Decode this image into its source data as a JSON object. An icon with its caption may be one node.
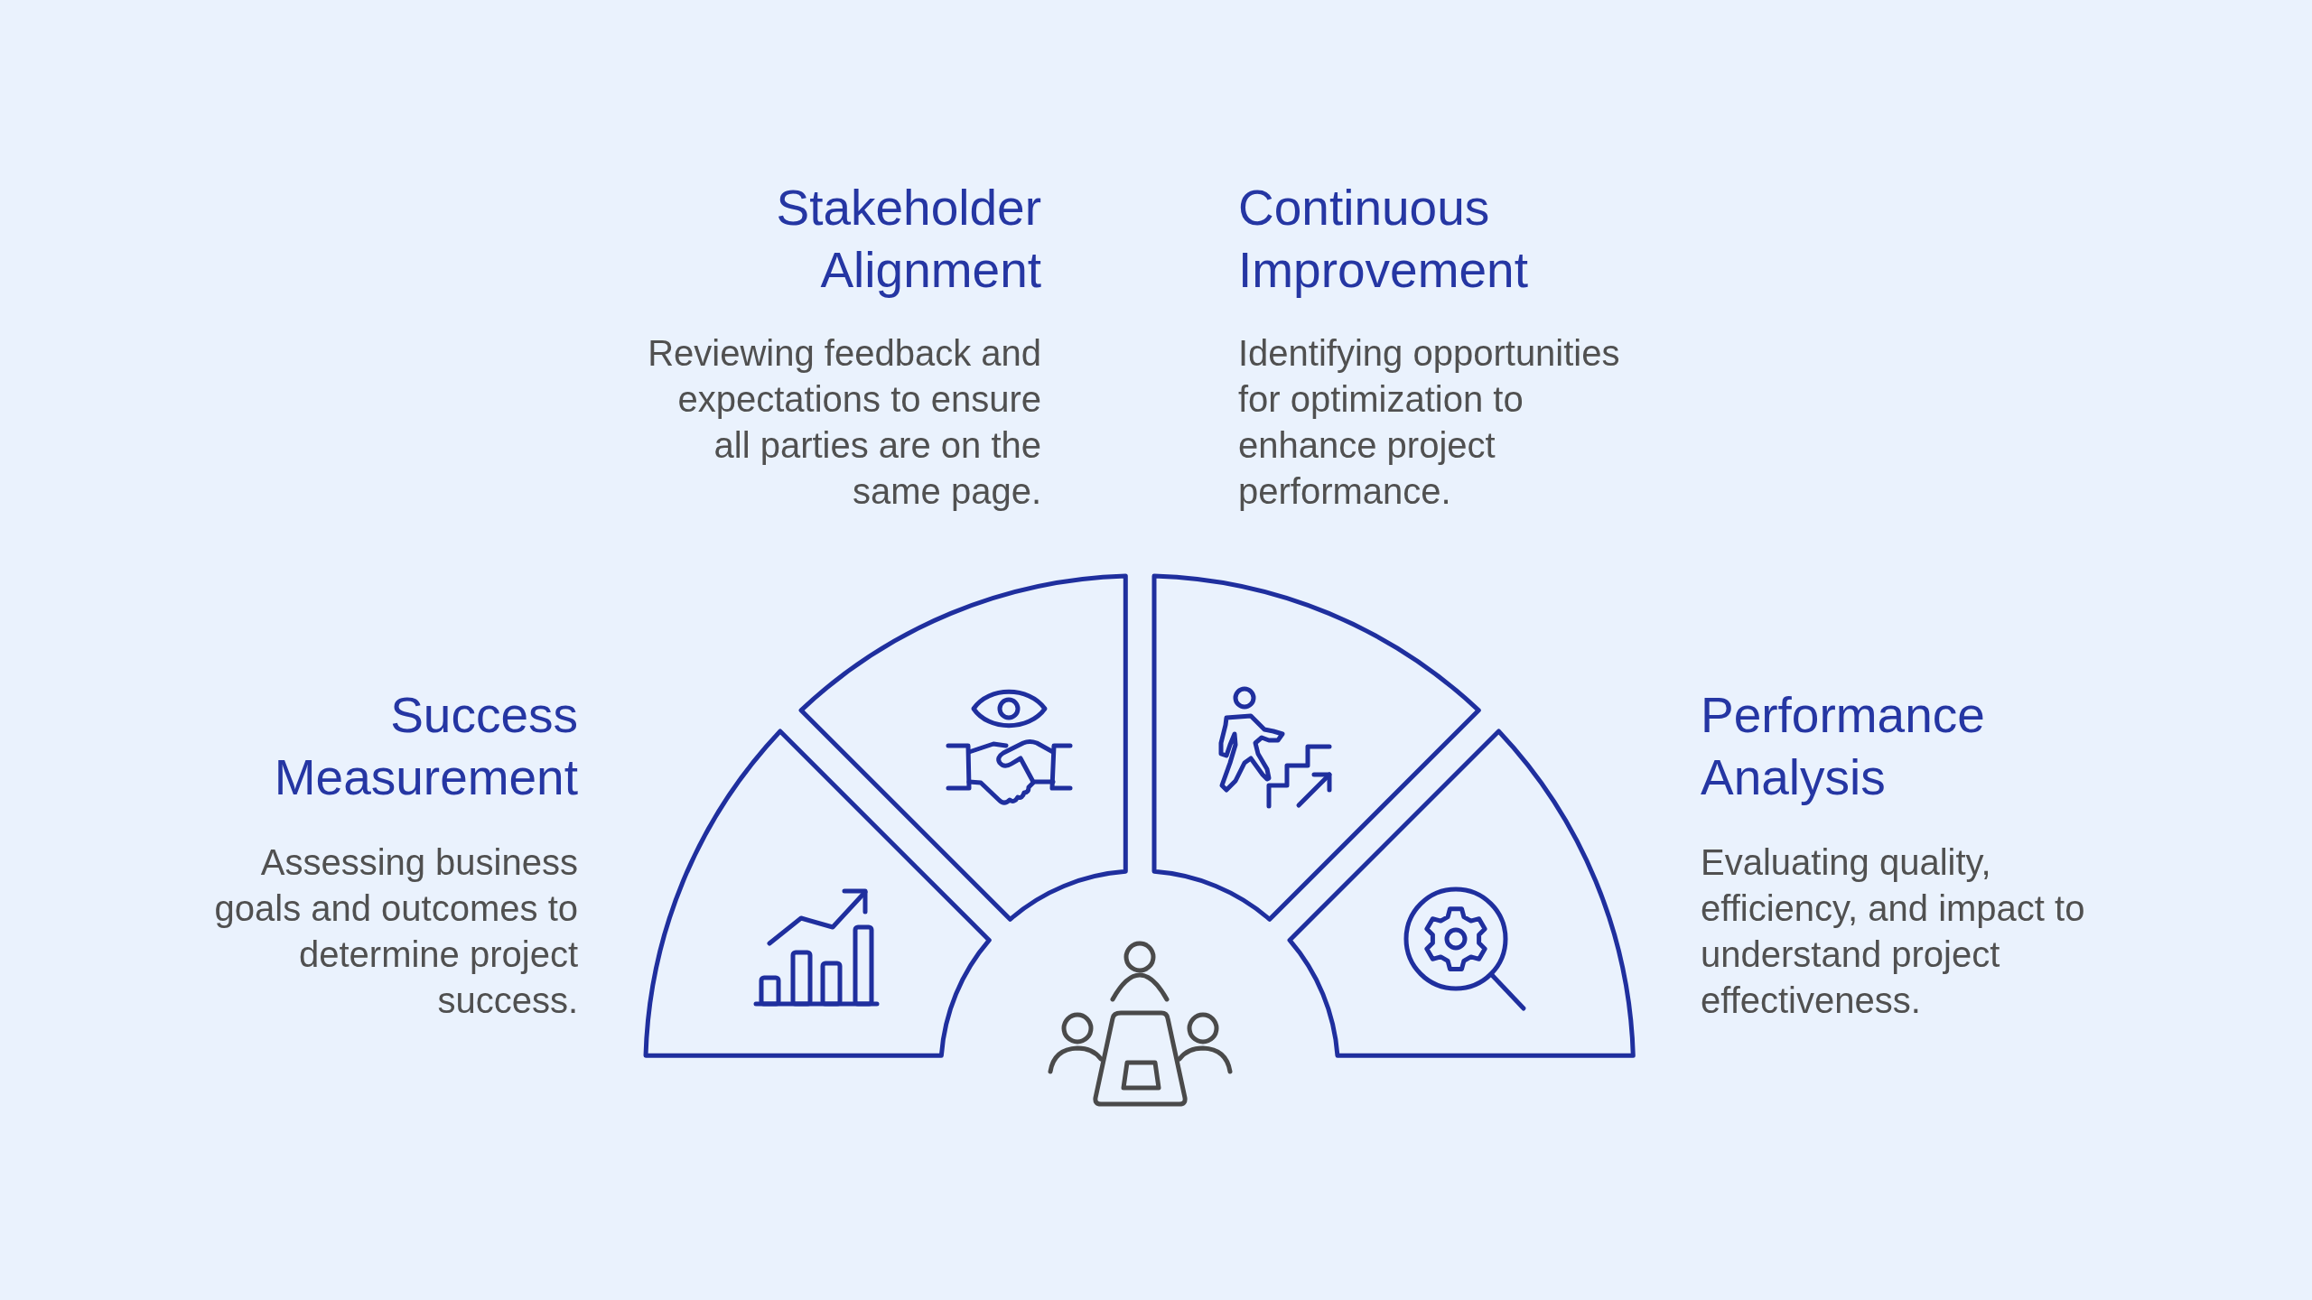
{
  "diagram": {
    "nodes": [
      {
        "text": [
          "Stakeholder Alignment",
          "Reviewing feedback and expectations to ensure all parties are on the same page."
        ]
      },
      {
        "text": [
          "Continuous Improvement",
          "Identifying opportunities for optimization to enhance project performance."
        ]
      },
      {
        "text": [
          "Success Measurement",
          "Assessing business goals and outcomes to determine project success."
        ]
      },
      {
        "text": [
          "Performance Analysis",
          "Evaluating quality, efficiency, and impact to understand project effectiveness."
        ]
      }
    ]
  }
}
